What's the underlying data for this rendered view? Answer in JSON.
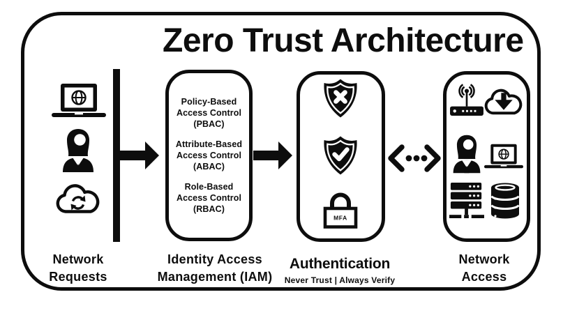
{
  "title": "Zero Trust Architecture",
  "colors": {
    "ink": "#0d0d0d",
    "background": "#ffffff"
  },
  "stages": {
    "network_requests": {
      "label": "Network\nRequests",
      "icons": [
        "laptop-globe",
        "user",
        "cloud-sync"
      ]
    },
    "iam": {
      "label": "Identity Access\nManagement (IAM)",
      "items": [
        {
          "text": "Policy-Based\nAccess Control\n(PBAC)"
        },
        {
          "text": "Attribute-Based\nAccess Control\n(ABAC)"
        },
        {
          "text": "Role-Based\nAccess Control\n(RBAC)"
        }
      ]
    },
    "authentication": {
      "label": "Authentication",
      "sublabel": "Never Trust | Always Verify",
      "mfa_text": "MFA",
      "icons": [
        "shield-deny",
        "shield-verify",
        "mfa-lock"
      ]
    },
    "network_access": {
      "label": "Network\nAccess",
      "icons": [
        "wireless-router",
        "cloud-download",
        "user",
        "laptop-globe",
        "server-rack",
        "database"
      ]
    }
  },
  "connectors": {
    "flow_1": "arrow-right",
    "flow_2": "arrow-right",
    "flow_3": "bidirectional-dotted-arrow"
  }
}
